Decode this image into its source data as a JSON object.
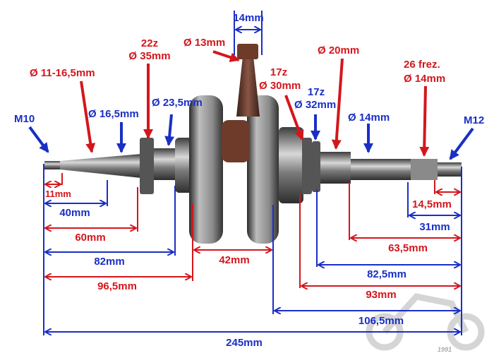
{
  "diagram": {
    "subject": "crankshaft",
    "colors": {
      "red": "#d4161c",
      "blue": "#1a2fc4",
      "steel": "#6b6b6b",
      "bronze": "#6e3b2a"
    },
    "callouts": {
      "m10": "M10",
      "m12": "M12",
      "taper_dia": "Ø 11-16,5mm",
      "shaft_left_dia": "Ø 16,5mm",
      "gear_left_teeth": "22z",
      "gear_left_dia": "Ø 35mm",
      "bearing_left_dia": "Ø 23,5mm",
      "conrod_small_end": "Ø 13mm",
      "conrod_width": "14mm",
      "gear_right1_teeth": "17z",
      "gear_right1_dia": "Ø 30mm",
      "gear_right2_teeth": "17z",
      "gear_right2_dia": "Ø 32mm",
      "shaft_right_dia1": "Ø 20mm",
      "shaft_right_dia2": "Ø 14mm",
      "spline_count": "26 frez.",
      "spline_dia": "Ø 14mm"
    },
    "dimensions": {
      "d11": "11mm",
      "d40": "40mm",
      "d60": "60mm",
      "d82": "82mm",
      "d96_5": "96,5mm",
      "d42": "42mm",
      "d14_5": "14,5mm",
      "d31": "31mm",
      "d63_5": "63,5mm",
      "d82_5": "82,5mm",
      "d93": "93mm",
      "d106_5": "106,5mm",
      "d245": "245mm"
    },
    "watermark": {
      "year": "1991"
    }
  }
}
